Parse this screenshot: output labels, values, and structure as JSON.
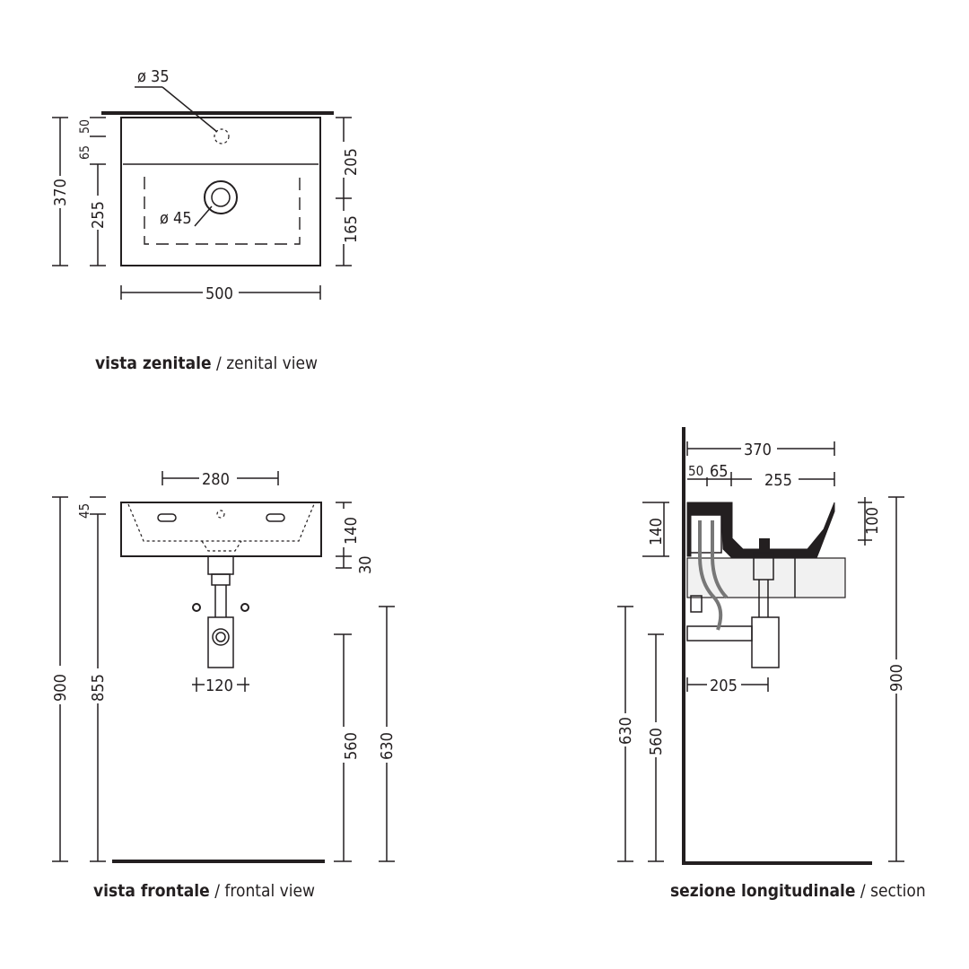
{
  "views": {
    "top": {
      "caption_bold": "vista zenitale",
      "caption_sep": " / ",
      "caption_light": "zenital view",
      "dims": {
        "tap_hole": "ø 35",
        "drain": "ø 45",
        "width": "500",
        "depth": "370",
        "bowl": "255",
        "d50": "50",
        "d65": "65",
        "r205": "205",
        "r165": "165"
      }
    },
    "front": {
      "caption_bold": "vista frontale",
      "caption_sep": " / ",
      "caption_light": "frontal view",
      "dims": {
        "top_width": "280",
        "d45": "45",
        "total": "900",
        "h855": "855",
        "h140": "140",
        "h30": "30",
        "trap": "120",
        "h560": "560",
        "h630": "630"
      }
    },
    "section": {
      "caption_bold": "sezione longitudinale",
      "caption_sep": " / ",
      "caption_light": "section",
      "dims": {
        "depth": "370",
        "d50": "50",
        "d65": "65",
        "bowl": "255",
        "h140": "140",
        "h100": "100",
        "d205": "205",
        "h630": "630",
        "h560": "560",
        "total": "900"
      }
    }
  }
}
